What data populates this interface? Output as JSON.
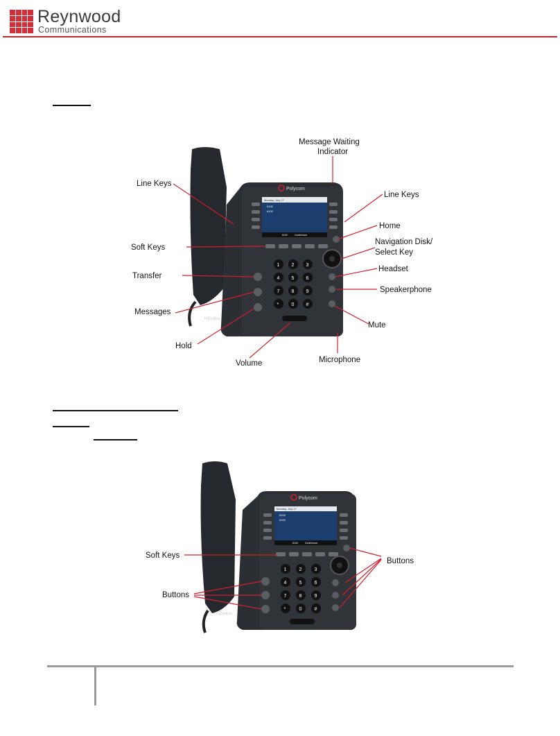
{
  "header": {
    "company": "Reynwood",
    "tagline": "Communications",
    "brand_color": "#d32f3a",
    "rule_color": "#c0282f"
  },
  "figure1": {
    "phone_brand": "Polycom",
    "hd_label": "HDvoice",
    "status_line": "Monday, July 27",
    "line1": "6100",
    "line2": "6100",
    "softkey1": "6100",
    "softkey2": "Conference",
    "labels": {
      "message_waiting_1": "Message Waiting",
      "message_waiting_2": "Indicator",
      "line_keys_left": "Line Keys",
      "line_keys_right": "Line Keys",
      "home": "Home",
      "nav_disk_1": "Navigation Disk/",
      "nav_disk_2": "Select Key",
      "soft_keys": "Soft Keys",
      "transfer": "Transfer",
      "headset": "Headset",
      "speakerphone": "Speakerphone",
      "messages": "Messages",
      "mute": "Mute",
      "hold": "Hold",
      "volume": "Volume",
      "microphone": "Microphone"
    }
  },
  "figure2": {
    "phone_brand": "Polycom",
    "hd_label": "HDvoice",
    "status_line": "Monday, July 27",
    "line1": "6100",
    "line2": "6100",
    "softkey1": "6100",
    "softkey2": "Conference",
    "labels": {
      "soft_keys": "Soft Keys",
      "buttons_right": "Buttons",
      "buttons_left": "Buttons"
    }
  },
  "keypad": [
    "1",
    "2",
    "3",
    "4",
    "5",
    "6",
    "7",
    "8",
    "9",
    "*",
    "0",
    "#"
  ],
  "colors": {
    "callout": "#d0212e",
    "phone_body": "#2b2e33",
    "screen": "#2d5f9e"
  }
}
